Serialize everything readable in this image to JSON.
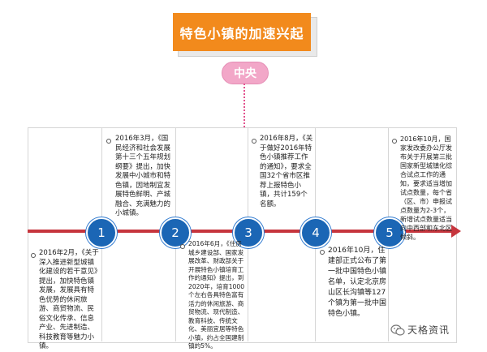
{
  "banner": {
    "title": "特色小镇的加速兴起"
  },
  "badge": {
    "label": "中央"
  },
  "colors": {
    "banner": "#f28a1c",
    "badge": "#f2a7c8",
    "timeline": "#c6353d",
    "node": "#1b66b5"
  },
  "nodes": [
    {
      "number": "1"
    },
    {
      "number": "2"
    },
    {
      "number": "3"
    },
    {
      "number": "4"
    },
    {
      "number": "5"
    }
  ],
  "events": {
    "e1": "2016年2月，《关于深入推进新型城镇化建设的若干意见》提出，加快特色镇发展，发展具有特色优势的休闲旅游、商贸物流、民俗文化传承、信息产业、先进制造、科技教育等魅力小镇。",
    "e2": "2016年3月，《国民经济和社会发展第十三个五年规划纲要》提出，加快发展中小城市和特色镇，因地制宜发展特色鲜明、产城融合、充满魅力的小城镇。",
    "e3": "2016年6月，《住房城乡建设部、国家发展改革、财政部关于开展特色小镇培育工作的通知》提出，到2020年，培育1000个左右各具特色富有活力的休闲旅游、商贸物流、现代制造、教育科技、传统文化、美丽宜居等特色小镇，约占全国建制镇的5%。",
    "e4": "2016年8月，《关于做好2016年特色小镇推荐工作的通知》，要求全国32个省市区推荐上报特色小镇，共计159个名额。",
    "e5": "2016年10月，住建部正式公布了第一批中国特色小镇名单，认定北京房山区长沟镇等127个镇为第一批中国特色小镇。",
    "e6": "2016年10月，国家发改委办公厅发布关于开展第三批国家新型城镇化综合试点工作的通知，要求适当增加试点数量，每个省（区、市）申报试点数量为2-3个，新增试点数量适当向中西部和东北区倾斜。"
  },
  "watermark": {
    "text": "天格资讯",
    "icon": "wechat-icon"
  }
}
